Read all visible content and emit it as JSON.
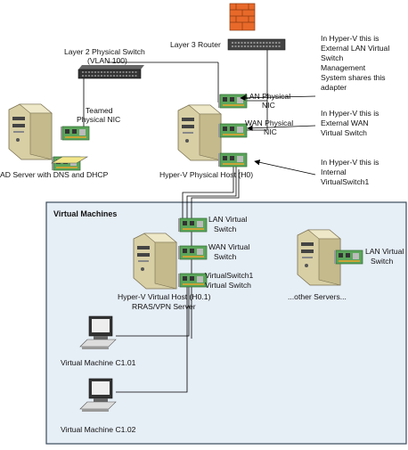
{
  "devices": {
    "router": "Layer 3 Router",
    "switch": [
      "Layer 2 Physical Switch",
      "(VLAN 100)"
    ],
    "ad_server": "AD Server with DNS and DHCP",
    "teamed_nic": [
      "Teamed",
      "Physical NIC"
    ],
    "host": "Hyper-V Physical Host (H0)",
    "lan_nic": [
      "LAN Physical",
      "NIC"
    ],
    "wan_nic": [
      "WAN Physical",
      "NIC"
    ]
  },
  "notes": {
    "lan": [
      "In Hyper-V this is",
      "External LAN Virtual",
      "Switch",
      "Management",
      "System shares this",
      "adapter"
    ],
    "wan": [
      "In Hyper-V this is",
      "External WAN",
      "Virtual Switch"
    ],
    "internal": [
      "In Hyper-V this is",
      "Internal",
      "VirtualSwitch1"
    ]
  },
  "vm_area": {
    "title": "Virtual Machines",
    "lan_virtual": [
      "LAN Virtual",
      "Switch"
    ],
    "wan_virtual": [
      "WAN Virtual",
      "Switch"
    ],
    "vswitch1": [
      "VirtualSwitch1",
      "Virtual Switch"
    ],
    "vhost": [
      "Hyper-V Virtual Host (H0.1)",
      "RRAS/VPN Server"
    ],
    "other_lan": [
      "LAN Virtual",
      "Switch"
    ],
    "other": "...other Servers...",
    "vm1": "Virtual Machine C1.01",
    "vm2": "Virtual Machine C1.02"
  },
  "colors": {
    "vm_panel": "#e6eef6",
    "panel_border": "#3a4a5a",
    "nic_green": "#5ba55b",
    "firewall": "#e8692a"
  }
}
